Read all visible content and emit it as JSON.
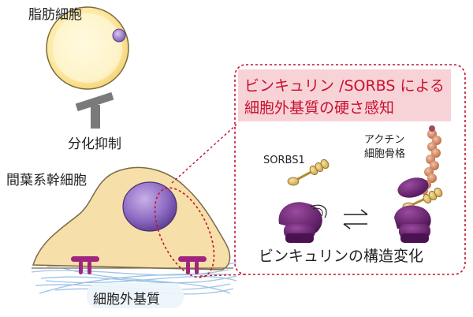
{
  "labels": {
    "adipocyte": "脂肪細胞",
    "inhibition": "分化抑制",
    "msc": "間葉系幹細胞",
    "ecm": "細胞外基質",
    "title_line1": "ビンキュリン /SORBS による",
    "title_line2": "細胞外基質の硬さ感知",
    "sorbs1": "SORBS1",
    "actin_line1": "アクチン",
    "actin_line2": "細胞骨格",
    "conformation": "ビンキュリンの構造変化"
  },
  "colors": {
    "cell_fill": "#f6dfa8",
    "nucleus": "#8d6cc2",
    "adhesion": "#a1257e",
    "vinculin": "#5e1c63",
    "highlight": "#c8102e",
    "highlight_bg": "#f7d3d8",
    "actin": "#cf8a66",
    "sorbs": "#d9b664"
  },
  "icons": {
    "inhibit": "t-bar-inhibition-icon",
    "equilibrium": "equilibrium-arrows-icon"
  }
}
